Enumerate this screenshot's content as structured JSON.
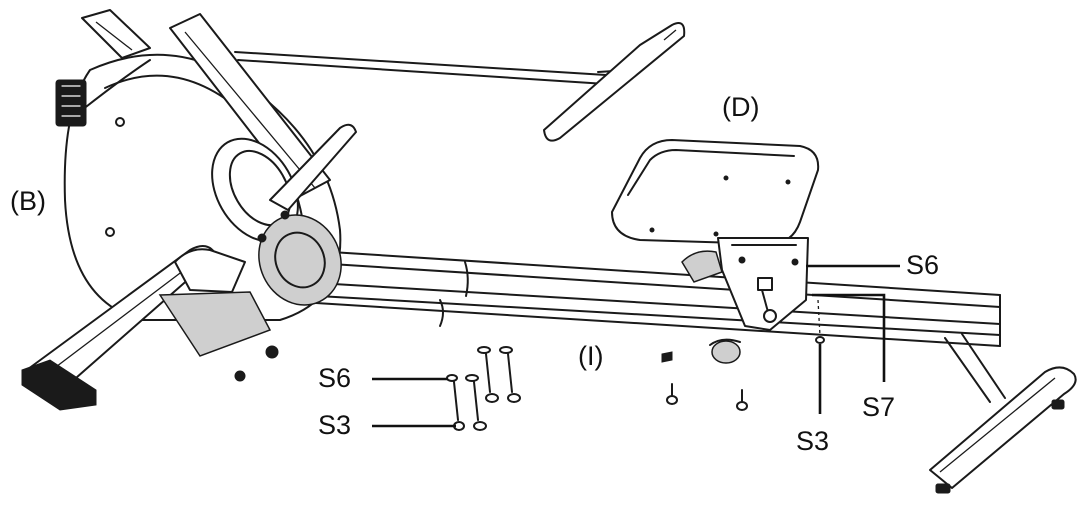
{
  "labels": {
    "b": "(B)",
    "d": "(D)",
    "i": "(I)",
    "s6_left": "S6",
    "s3_left": "S3",
    "s6_right": "S6",
    "s7": "S7",
    "s3_right": "S3"
  }
}
